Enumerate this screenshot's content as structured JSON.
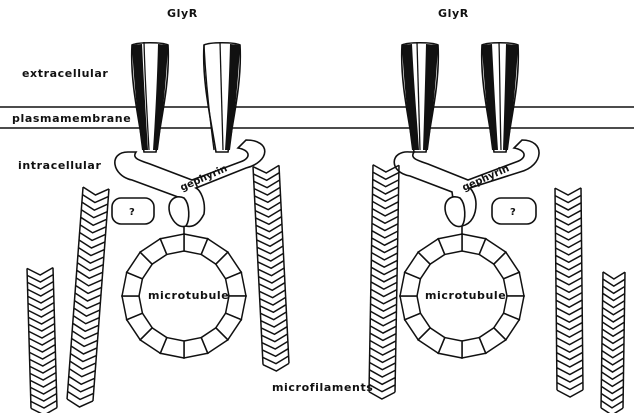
{
  "labels": {
    "receptor_left": "GlyR",
    "receptor_right": "GlyR",
    "extracellular": "extracellular",
    "membrane": "plasmamembrane",
    "intracellular": "intracellular",
    "gephyrin_left": "gephyrin",
    "gephyrin_right": "gephyrin",
    "unknown_left": "?",
    "unknown_right": "?",
    "microtubule_left": "microtubule",
    "microtubule_right": "microtubule",
    "microfilaments": "microfilaments"
  },
  "colors": {
    "line": "#111111",
    "fill_dark": "#111111",
    "fill_light": "#ffffff"
  }
}
